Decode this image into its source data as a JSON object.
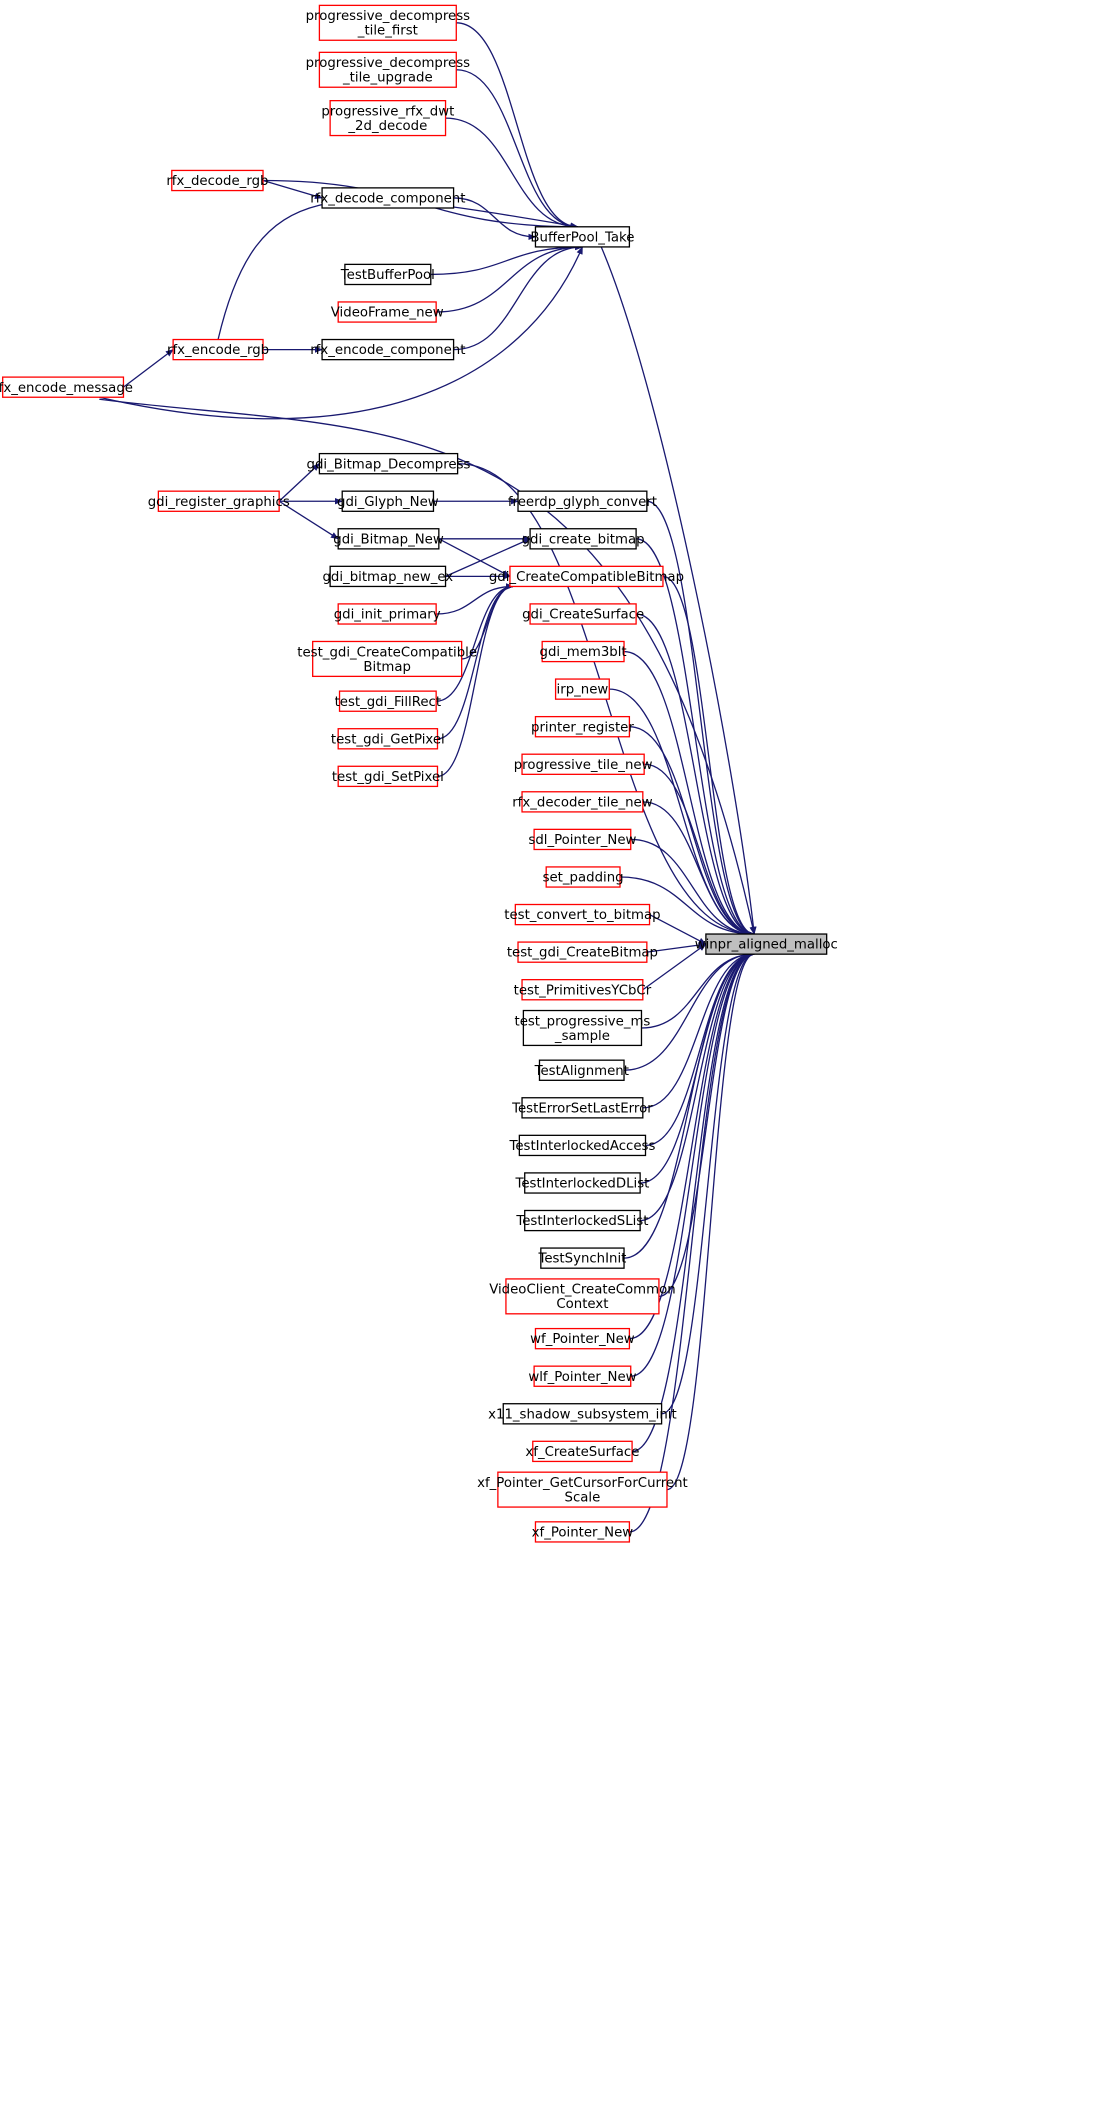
{
  "diagram": {
    "edge_color": "#191970",
    "border_colors": {
      "red": "#ff0000",
      "black": "#000000"
    },
    "root_fill": "#bfbfbf",
    "nodes": [
      {
        "id": "n1",
        "lines": [
          "progressive_decompress",
          "_tile_first"
        ],
        "border": "red"
      },
      {
        "id": "n2",
        "lines": [
          "progressive_decompress",
          "_tile_upgrade"
        ],
        "border": "red"
      },
      {
        "id": "n3",
        "lines": [
          "progressive_rfx_dwt",
          "_2d_decode"
        ],
        "border": "red"
      },
      {
        "id": "n4",
        "lines": [
          "rfx_decode_rgb"
        ],
        "border": "red"
      },
      {
        "id": "n5",
        "lines": [
          "rfx_decode_component"
        ],
        "border": "black"
      },
      {
        "id": "n6",
        "lines": [
          "BufferPool_Take"
        ],
        "border": "black"
      },
      {
        "id": "n7",
        "lines": [
          "TestBufferPool"
        ],
        "border": "black"
      },
      {
        "id": "n8",
        "lines": [
          "VideoFrame_new"
        ],
        "border": "red"
      },
      {
        "id": "n9",
        "lines": [
          "rfx_encode_rgb"
        ],
        "border": "red"
      },
      {
        "id": "n10",
        "lines": [
          "rfx_encode_component"
        ],
        "border": "black"
      },
      {
        "id": "n11",
        "lines": [
          "rfx_encode_message"
        ],
        "border": "red"
      },
      {
        "id": "n12",
        "lines": [
          "gdi_Bitmap_Decompress"
        ],
        "border": "black"
      },
      {
        "id": "n13",
        "lines": [
          "gdi_register_graphics"
        ],
        "border": "red"
      },
      {
        "id": "n14",
        "lines": [
          "gdi_Glyph_New"
        ],
        "border": "black"
      },
      {
        "id": "n15",
        "lines": [
          "freerdp_glyph_convert"
        ],
        "border": "black"
      },
      {
        "id": "n16",
        "lines": [
          "gdi_Bitmap_New"
        ],
        "border": "black"
      },
      {
        "id": "n17",
        "lines": [
          "gdi_create_bitmap"
        ],
        "border": "black"
      },
      {
        "id": "n18",
        "lines": [
          "gdi_bitmap_new_ex"
        ],
        "border": "black"
      },
      {
        "id": "n19",
        "lines": [
          "gdi_CreateCompatibleBitmap"
        ],
        "border": "red"
      },
      {
        "id": "n20",
        "lines": [
          "gdi_init_primary"
        ],
        "border": "red"
      },
      {
        "id": "n21",
        "lines": [
          "test_gdi_CreateCompatible",
          "Bitmap"
        ],
        "border": "red"
      },
      {
        "id": "n22",
        "lines": [
          "test_gdi_FillRect"
        ],
        "border": "red"
      },
      {
        "id": "n23",
        "lines": [
          "test_gdi_GetPixel"
        ],
        "border": "red"
      },
      {
        "id": "n24",
        "lines": [
          "test_gdi_SetPixel"
        ],
        "border": "red"
      },
      {
        "id": "n25",
        "lines": [
          "gdi_CreateSurface"
        ],
        "border": "red"
      },
      {
        "id": "n26",
        "lines": [
          "gdi_mem3blt"
        ],
        "border": "red"
      },
      {
        "id": "n27",
        "lines": [
          "irp_new"
        ],
        "border": "red"
      },
      {
        "id": "n28",
        "lines": [
          "printer_register"
        ],
        "border": "red"
      },
      {
        "id": "n29",
        "lines": [
          "progressive_tile_new"
        ],
        "border": "red"
      },
      {
        "id": "n30",
        "lines": [
          "rfx_decoder_tile_new"
        ],
        "border": "red"
      },
      {
        "id": "n31",
        "lines": [
          "sdl_Pointer_New"
        ],
        "border": "red"
      },
      {
        "id": "n32",
        "lines": [
          "set_padding"
        ],
        "border": "red"
      },
      {
        "id": "n33",
        "lines": [
          "test_convert_to_bitmap"
        ],
        "border": "red"
      },
      {
        "id": "n34",
        "lines": [
          "test_gdi_CreateBitmap"
        ],
        "border": "red"
      },
      {
        "id": "n35",
        "lines": [
          "test_PrimitivesYCbCr"
        ],
        "border": "red"
      },
      {
        "id": "n36",
        "lines": [
          "test_progressive_ms",
          "_sample"
        ],
        "border": "black"
      },
      {
        "id": "n37",
        "lines": [
          "TestAlignment"
        ],
        "border": "black"
      },
      {
        "id": "n38",
        "lines": [
          "TestErrorSetLastError"
        ],
        "border": "black"
      },
      {
        "id": "n39",
        "lines": [
          "TestInterlockedAccess"
        ],
        "border": "black"
      },
      {
        "id": "n40",
        "lines": [
          "TestInterlockedDList"
        ],
        "border": "black"
      },
      {
        "id": "n41",
        "lines": [
          "TestInterlockedSList"
        ],
        "border": "black"
      },
      {
        "id": "n42",
        "lines": [
          "TestSynchInit"
        ],
        "border": "black"
      },
      {
        "id": "n43",
        "lines": [
          "VideoClient_CreateCommon",
          "Context"
        ],
        "border": "red"
      },
      {
        "id": "n44",
        "lines": [
          "wf_Pointer_New"
        ],
        "border": "red"
      },
      {
        "id": "n45",
        "lines": [
          "wlf_Pointer_New"
        ],
        "border": "red"
      },
      {
        "id": "n46",
        "lines": [
          "x11_shadow_subsystem_init"
        ],
        "border": "black"
      },
      {
        "id": "n47",
        "lines": [
          "xf_CreateSurface"
        ],
        "border": "red"
      },
      {
        "id": "n48",
        "lines": [
          "xf_Pointer_GetCursorForCurrent",
          "Scale"
        ],
        "border": "red"
      },
      {
        "id": "n49",
        "lines": [
          "xf_Pointer_New"
        ],
        "border": "red"
      },
      {
        "id": "root",
        "lines": [
          "winpr_aligned_malloc"
        ],
        "border": "black",
        "root": true
      }
    ]
  }
}
